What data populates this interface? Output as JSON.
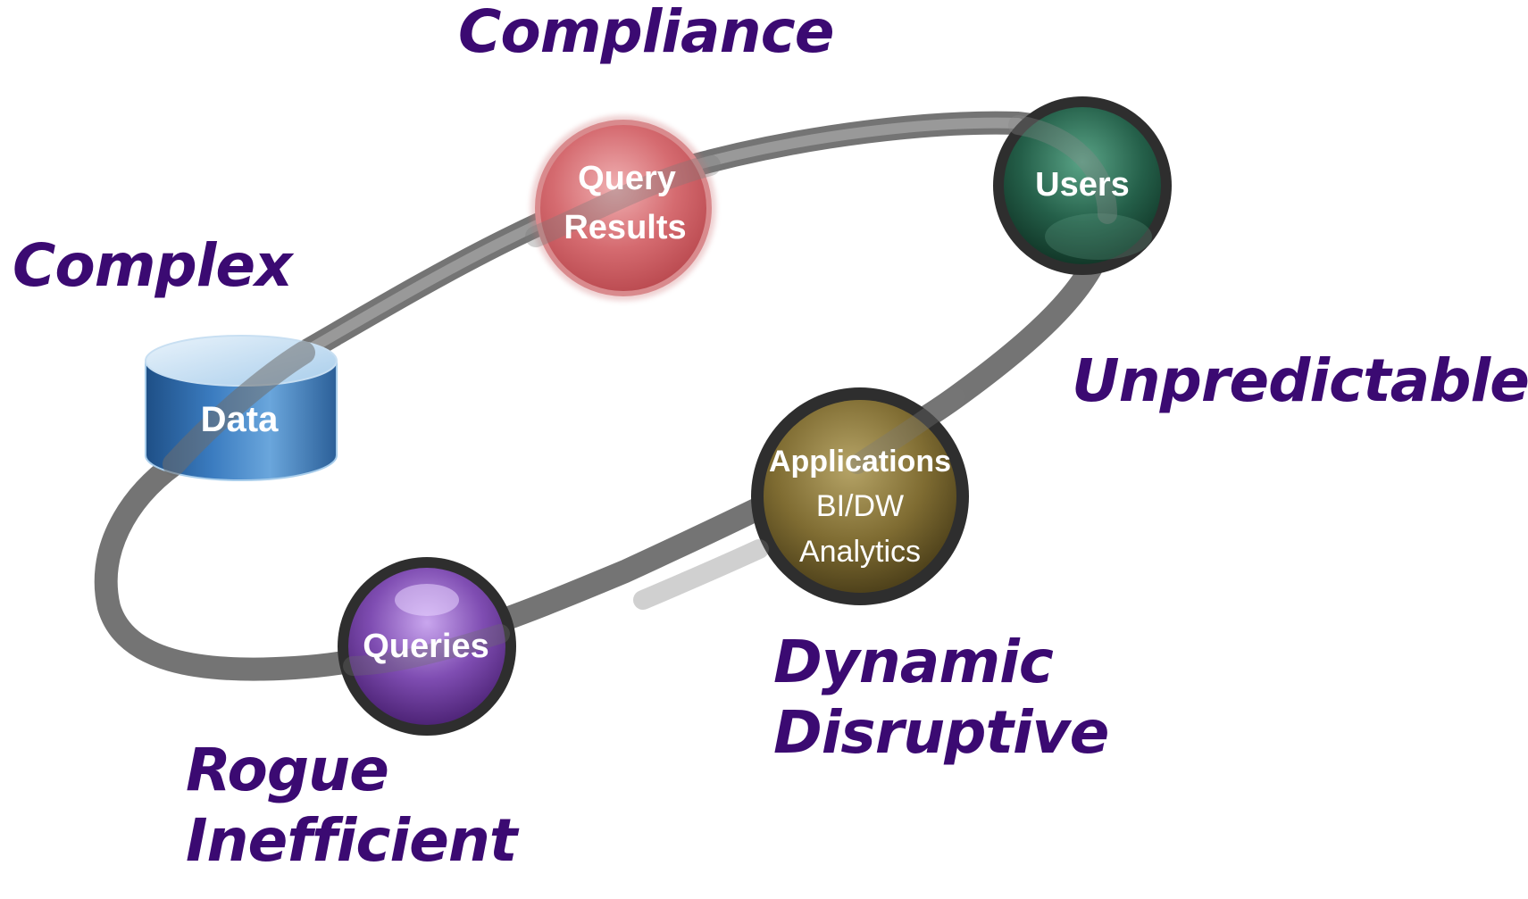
{
  "diagram": {
    "colors": {
      "label_text": "#3b0a72",
      "ring": "#6e6e6e",
      "node_rim": "#3a3a3a",
      "query_results": "#c8555a",
      "users": "#1f5a45",
      "applications": "#7a6a30",
      "queries": "#7a4aa8",
      "data_cylinder": "#2f6ca6"
    },
    "nodes": {
      "data": {
        "label": "Data"
      },
      "query_results": {
        "line1": "Query",
        "line2": "Results"
      },
      "users": {
        "label": "Users"
      },
      "applications": {
        "title": "Applications",
        "line2": "BI/DW",
        "line3": "Analytics"
      },
      "queries": {
        "label": "Queries"
      }
    },
    "labels": {
      "compliance": "Compliance",
      "complex": "Complex",
      "unpredictable": "Unpredictable",
      "dynamic": "Dynamic",
      "disruptive": "Disruptive",
      "rogue": "Rogue",
      "inefficient": "Inefficient"
    }
  }
}
